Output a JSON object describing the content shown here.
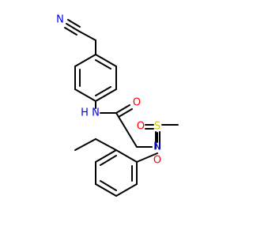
{
  "molecule": {
    "atoms": {
      "nitrile_n": {
        "label": "N",
        "color": "#0000ff"
      },
      "amide_nh": {
        "label": "H",
        "color": "#0000ff"
      },
      "amide_n": {
        "label": "N",
        "color": "#0000ff"
      },
      "carbonyl_o": {
        "label": "O",
        "color": "#ff0000"
      },
      "sulfonamide_n": {
        "label": "N",
        "color": "#0000ff"
      },
      "sulfur": {
        "label": "S",
        "color": "#cccc00"
      },
      "sulfonyl_o_left": {
        "label": "O",
        "color": "#ff0000"
      },
      "sulfonyl_o_bottom": {
        "label": "O",
        "color": "#ff0000"
      }
    },
    "bond_color": "#000000"
  }
}
